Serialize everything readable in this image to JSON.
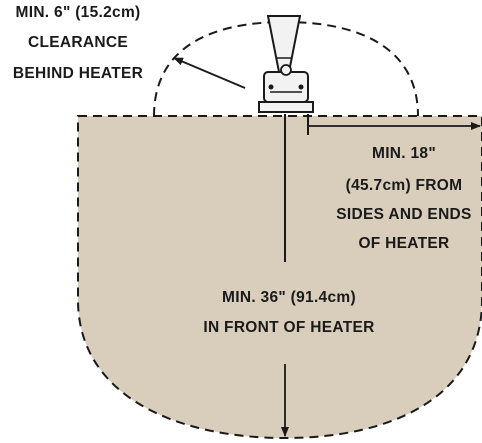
{
  "labels": {
    "rear": [
      "MIN. 6\" (15.2cm)",
      "CLEARANCE",
      "BEHIND HEATER"
    ],
    "sides": [
      "MIN. 18\"",
      "(45.7cm) FROM",
      "SIDES AND ENDS",
      "OF HEATER"
    ],
    "front": [
      "MIN. 36\" (91.4cm)",
      "IN FRONT OF HEATER"
    ]
  },
  "colors": {
    "zone_fill": "#d9cdbb",
    "outline": "#1a1a1a",
    "heater_fill": "#f2f2f2"
  }
}
